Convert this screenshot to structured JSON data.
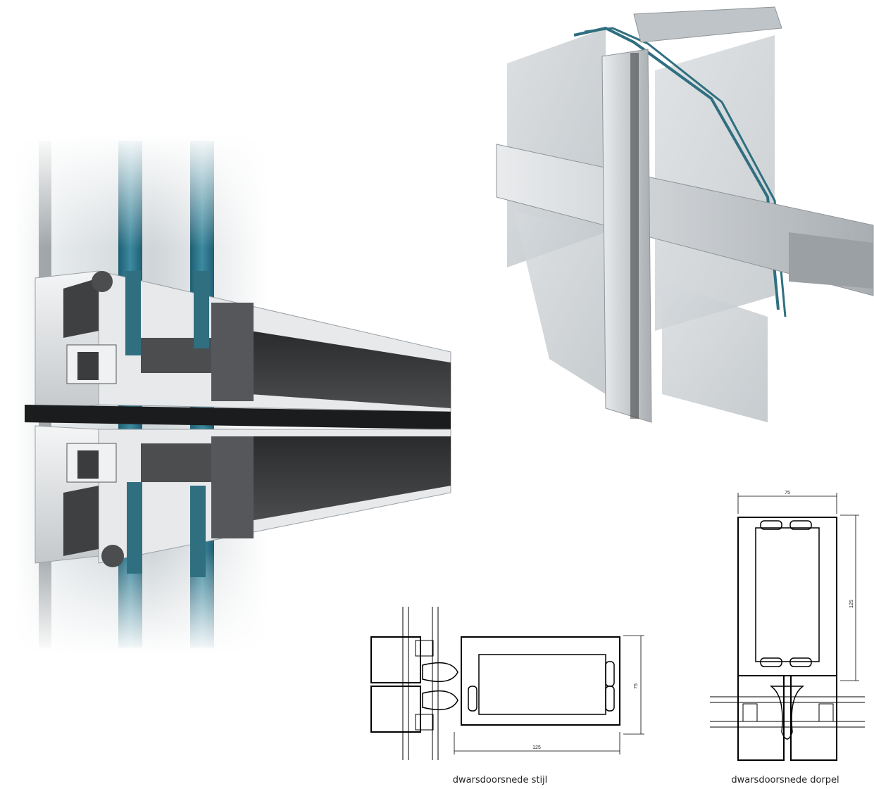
{
  "drawings": {
    "stijl": {
      "caption": "dwarsdoorsnede stijl",
      "width_label": "125",
      "height_label": "75"
    },
    "dorpel": {
      "caption": "dwarsdoorsnede dorpel",
      "width_label": "75",
      "height_label": "125"
    }
  },
  "colors": {
    "glass_edge": "#2f6f80",
    "aluminium": "#b9bec2",
    "gasket": "#5a5c5e",
    "drawing_line": "#000000"
  }
}
